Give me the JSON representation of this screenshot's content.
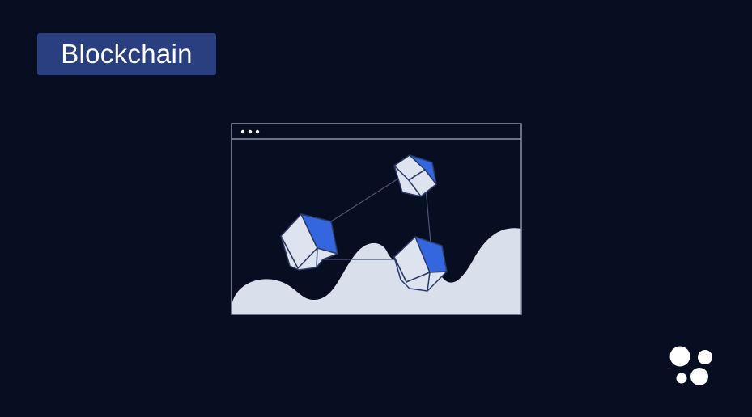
{
  "header": {
    "tag_label": "Blockchain"
  },
  "colors": {
    "background": "#070e22",
    "tag_background": "#2a3f80",
    "cube_accent": "#3466e0",
    "cube_light": "#dde3ef",
    "hill_fill": "#d9e0ec",
    "frame_stroke": "#8b94ad"
  },
  "icons": {
    "illustration": "browser-window-with-blockchain-cubes",
    "logo": "four-circles-logo"
  }
}
